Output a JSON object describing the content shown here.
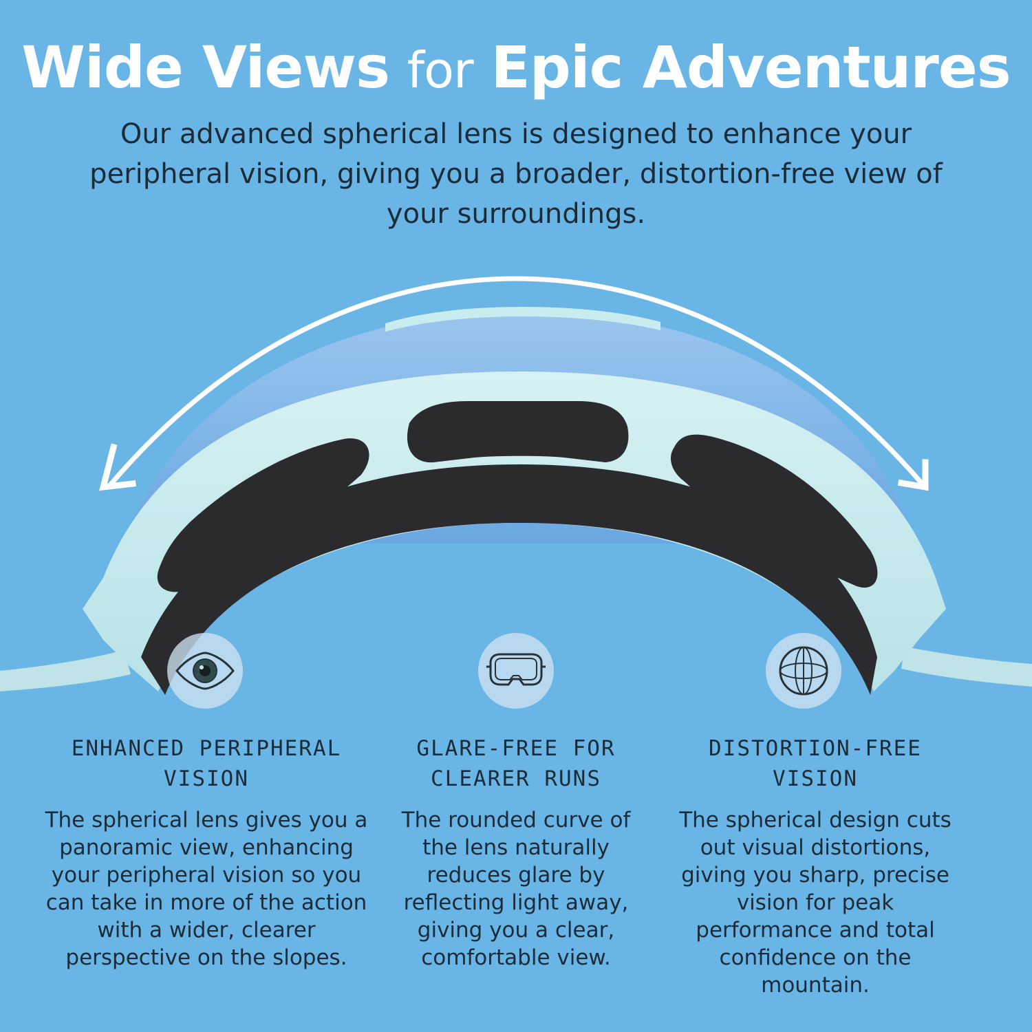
{
  "header": {
    "title_part1": "Wide Views",
    "title_part2": "for",
    "title_part3": "Epic Adventures",
    "intro": "Our advanced spherical lens is designed to enhance your peripheral vision, giving you a broader, distortion-free view of your surroundings."
  },
  "features": [
    {
      "icon": "eye-icon",
      "title": "ENHANCED PERIPHERAL VISION",
      "body": "The spherical lens gives you a panoramic view, enhancing your peripheral vision so you can take in more of the action with a wider, clearer perspective on the slopes."
    },
    {
      "icon": "goggles-icon",
      "title": "GLARE-FREE FOR CLEARER RUNS",
      "body": "The rounded curve of the lens naturally reduces glare by reflecting light away, giving you a clear, comfortable view."
    },
    {
      "icon": "sphere-icon",
      "title": "DISTORTION-FREE VISION",
      "body": "The spherical design cuts out visual distortions, giving you sharp, precise vision for peak performance and total confidence on the mountain."
    }
  ],
  "colors": {
    "background": "#69b6e6",
    "frame": "#c9ecee",
    "foam": "#2b2b2e",
    "lens": "#7fb6e8",
    "text": "#1c2b38",
    "headline": "#ffffff"
  }
}
